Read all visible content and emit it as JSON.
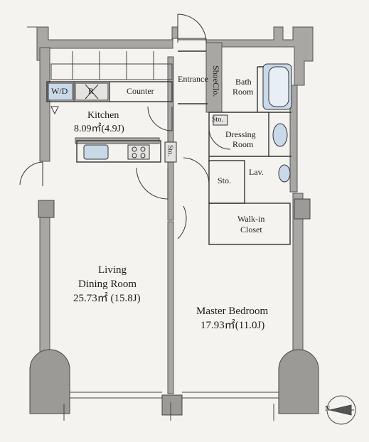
{
  "rooms": {
    "kitchen": {
      "name": "Kitchen",
      "area": "8.09㎡(4.9J)"
    },
    "living": {
      "name_line1": "Living",
      "name_line2": "Dining Room",
      "area": "25.73㎡ (15.8J)"
    },
    "master": {
      "name": "Master Bedroom",
      "area": "17.93㎡(11.0J)"
    },
    "entrance": "Entrance",
    "shoe": "ShoeClo.",
    "bath": {
      "line1": "Bath",
      "line2": "Room"
    },
    "dressing": {
      "line1": "Dressing",
      "line2": "Room"
    },
    "sto_kitchen": "Sto.",
    "sto_dressing": "Sto.",
    "sto_closet": "Sto.",
    "lav": "Lav.",
    "walkin": {
      "line1": "Walk-in",
      "line2": "Closet"
    }
  },
  "fixtures": {
    "wd": "W/D",
    "fridge": "R",
    "counter": "Counter"
  },
  "compass": {
    "north": "N"
  },
  "colors": {
    "wall": "#9c9a97",
    "fill": "#d6d5d2",
    "line": "#333333",
    "fixture": "#c9d9ea"
  }
}
